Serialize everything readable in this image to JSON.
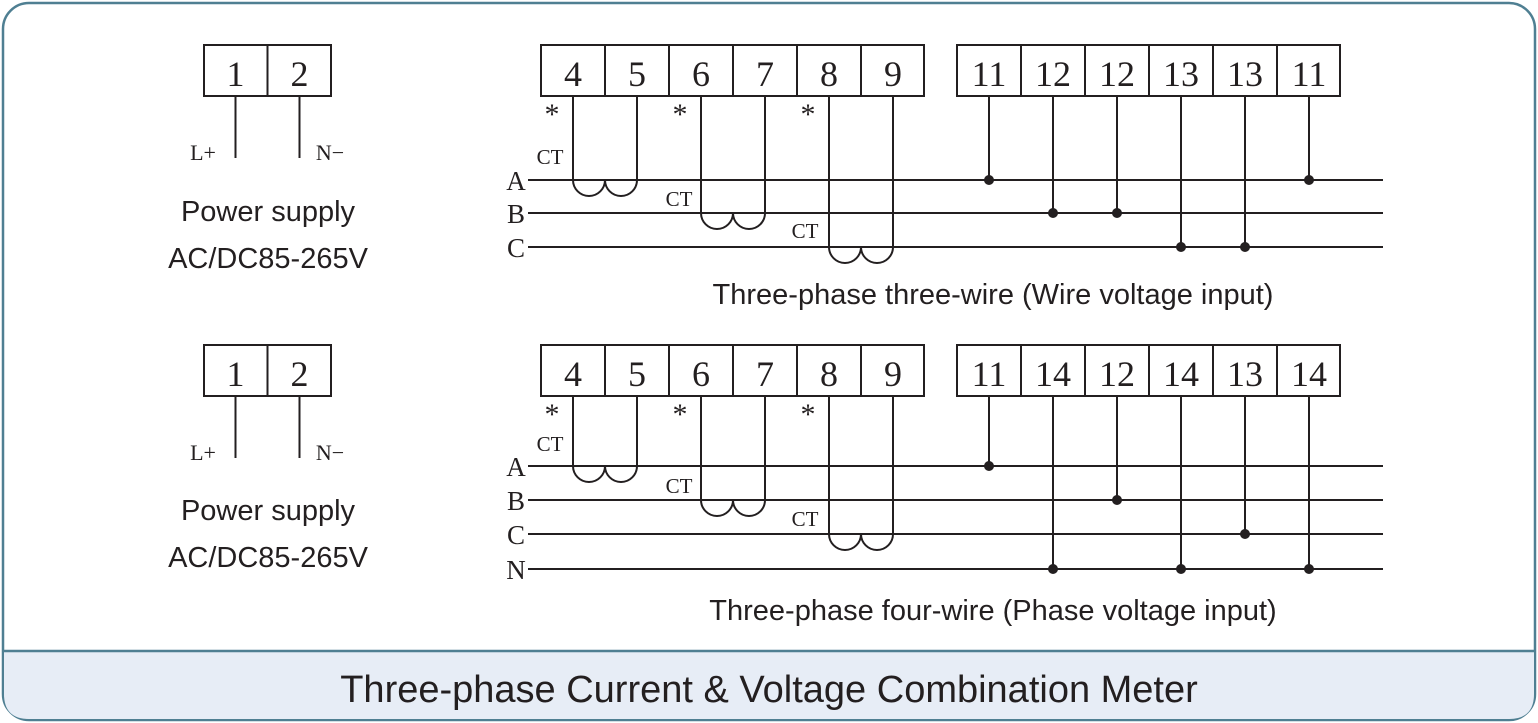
{
  "footer_title": "Three-phase Current & Voltage Combination Meter",
  "colors": {
    "frame": "#4f7f92",
    "footer_bg": "#e7edf6",
    "ink": "#231f20"
  },
  "sections": [
    {
      "power": {
        "terminals": [
          "1",
          "2"
        ],
        "left_label": "L+",
        "right_label": "N−",
        "title": "Power supply",
        "spec": "AC/DC85-265V"
      },
      "current_terminals": [
        "4",
        "5",
        "6",
        "7",
        "8",
        "9"
      ],
      "voltage_terminals": [
        "11",
        "12",
        "12",
        "13",
        "13",
        "11"
      ],
      "phases": [
        "A",
        "B",
        "C"
      ],
      "ct_label": "CT",
      "polarity_mark": "*",
      "caption": "Three-phase three-wire (Wire voltage input)"
    },
    {
      "power": {
        "terminals": [
          "1",
          "2"
        ],
        "left_label": "L+",
        "right_label": "N−",
        "title": "Power supply",
        "spec": "AC/DC85-265V"
      },
      "current_terminals": [
        "4",
        "5",
        "6",
        "7",
        "8",
        "9"
      ],
      "voltage_terminals": [
        "11",
        "14",
        "12",
        "14",
        "13",
        "14"
      ],
      "phases": [
        "A",
        "B",
        "C",
        "N"
      ],
      "ct_label": "CT",
      "polarity_mark": "*",
      "caption": "Three-phase four-wire (Phase voltage input)"
    }
  ]
}
